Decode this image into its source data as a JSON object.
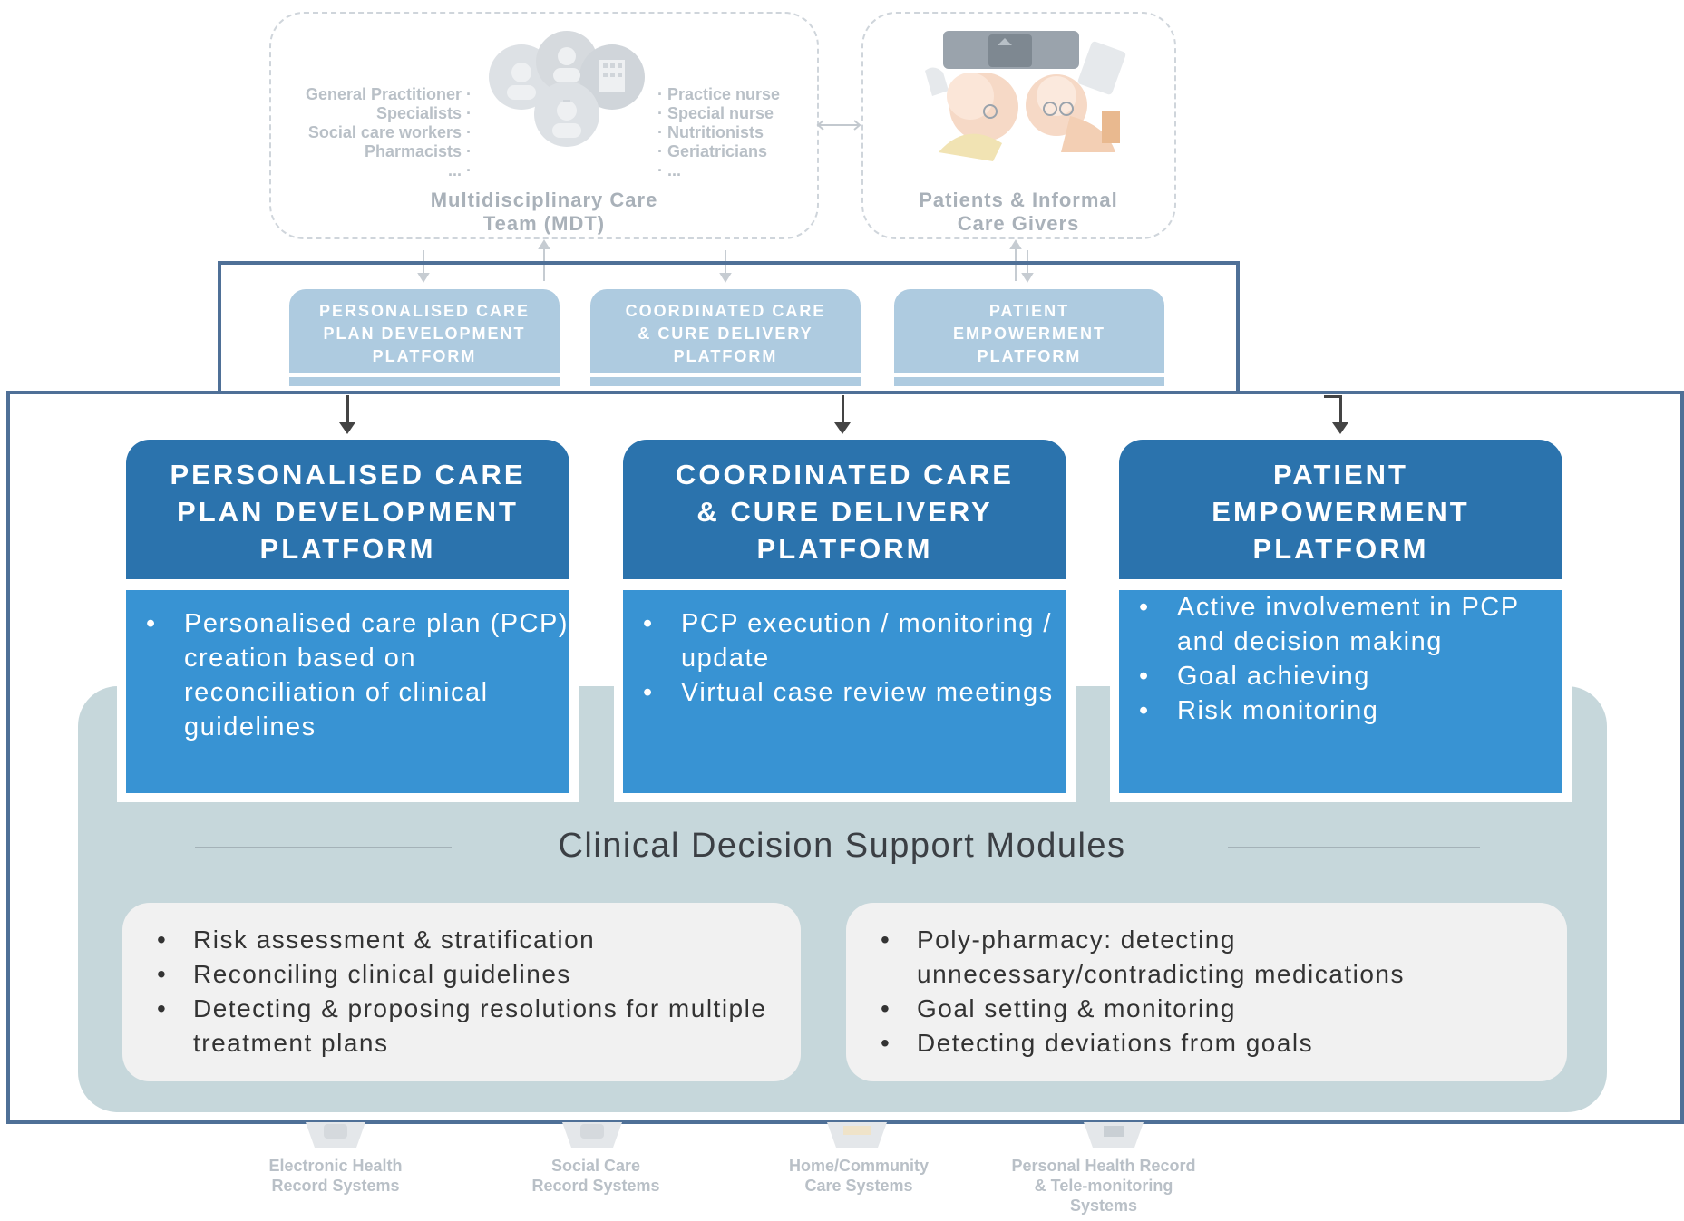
{
  "mdt": {
    "left_roles": [
      "General Practitioner ·",
      "Specialists ·",
      "Social care workers ·",
      "Pharmacists ·",
      "... ·"
    ],
    "right_roles": [
      "· Practice nurse",
      "· Special nurse",
      "· Nutritionists",
      "· Geriatricians",
      "· ..."
    ],
    "caption_line1": "Multidisciplinary Care",
    "caption_line2": "Team (MDT)"
  },
  "patients": {
    "caption_line1": "Patients & Informal",
    "caption_line2": "Care Givers"
  },
  "small_platforms": [
    {
      "line1": "PERSONALISED CARE",
      "line2": "PLAN DEVELOPMENT",
      "line3": "PLATFORM"
    },
    {
      "line1": "COORDINATED CARE",
      "line2": "& CURE DELIVERY",
      "line3": "PLATFORM"
    },
    {
      "line1": "PATIENT",
      "line2": "EMPOWERMENT",
      "line3": "PLATFORM"
    }
  ],
  "platforms": [
    {
      "line1": "PERSONALISED CARE",
      "line2": "PLAN DEVELOPMENT",
      "line3": "PLATFORM",
      "items": [
        "Personalised care plan (PCP) creation based on reconciliation of clinical guidelines"
      ]
    },
    {
      "line1": "COORDINATED CARE",
      "line2": "& CURE DELIVERY",
      "line3": "PLATFORM",
      "items": [
        "PCP execution / monitoring / update",
        "Virtual case review meetings"
      ]
    },
    {
      "line1": "PATIENT",
      "line2": "EMPOWERMENT",
      "line3": "PLATFORM",
      "items": [
        "Active involvement in PCP and decision making",
        "Goal achieving",
        "Risk monitoring"
      ]
    }
  ],
  "cds": {
    "title": "Clinical Decision Support Modules",
    "left_items": [
      "Risk assessment & stratification",
      "Reconciling clinical guidelines",
      "Detecting & proposing resolutions for multiple treatment plans"
    ],
    "right_items": [
      "Poly-pharmacy: detecting unnecessary/contradicting medications",
      "Goal setting & monitoring",
      "Detecting deviations from goals"
    ]
  },
  "systems": [
    {
      "line1": "Electronic Health",
      "line2": "Record Systems",
      "line3": ""
    },
    {
      "line1": "Social Care",
      "line2": "Record Systems",
      "line3": ""
    },
    {
      "line1": "Home/Community",
      "line2": "Care Systems",
      "line3": ""
    },
    {
      "line1": "Personal Health Record",
      "line2": "& Tele-monitoring",
      "line3": "Systems"
    }
  ],
  "colors": {
    "platform_header": "#2b73ad",
    "platform_body": "#3893d3",
    "small_platform": "#aecbe0",
    "cds_panel": "#c6d7db",
    "outline": "#4f7097"
  },
  "icons": {
    "mdt": "care-team-icon",
    "patients": "elderly-patients-icon"
  }
}
